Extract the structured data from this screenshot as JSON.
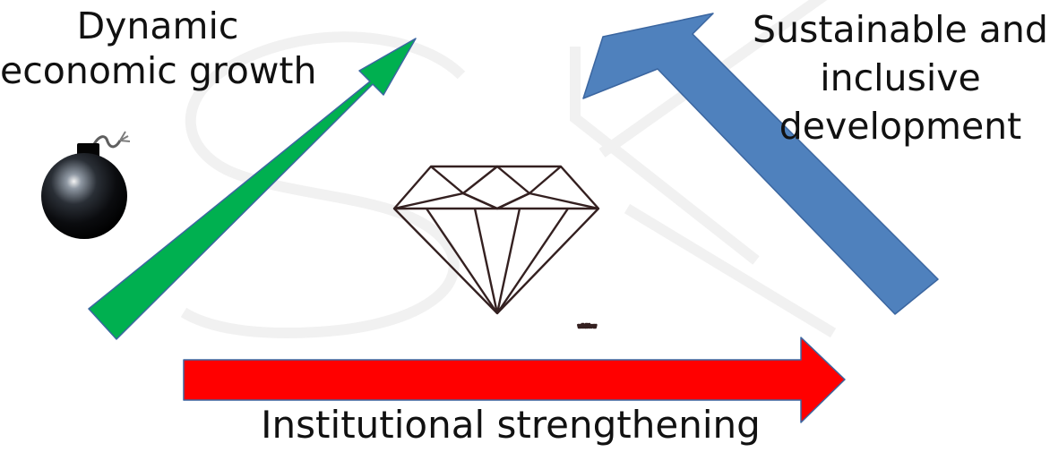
{
  "labels": {
    "top_left": [
      "Dynamic",
      "economic growth"
    ],
    "top_right": [
      "Sustainable and",
      "inclusive",
      "development"
    ],
    "bottom": "Institutional strengthening"
  },
  "icons": {
    "watermark": "faint-logo-watermark",
    "bomb": "bomb-icon",
    "diamond": "diamond-icon",
    "diamond_credit": "wikiHow"
  },
  "arrows": {
    "growth": {
      "color": "#00B050",
      "direction": "up-right"
    },
    "development": {
      "color": "#4F81BD",
      "direction": "up-left"
    },
    "institutions": {
      "color": "#FF0000",
      "direction": "right"
    }
  }
}
